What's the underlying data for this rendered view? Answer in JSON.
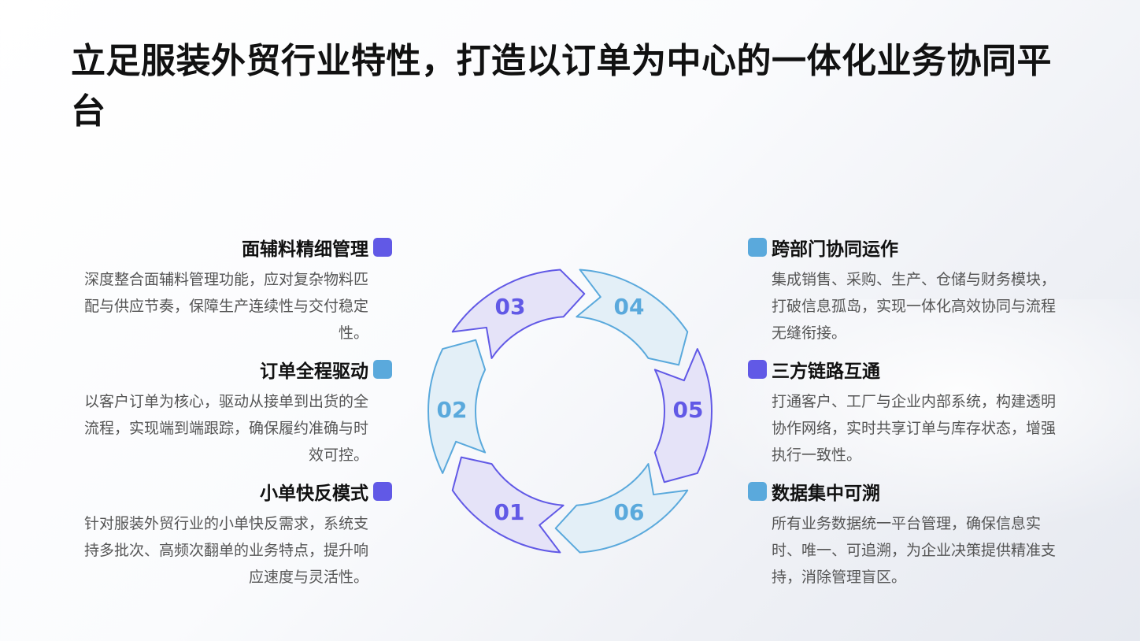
{
  "title": "立足服装外贸行业特性，打造以订单为中心的一体化业务协同平台",
  "colors": {
    "purple": "#6159e6",
    "blue": "#5aa9dc",
    "purple_fill": "#e5e3f8",
    "blue_fill": "#e3eff7"
  },
  "cycle": {
    "segments": [
      {
        "label": "01"
      },
      {
        "label": "02"
      },
      {
        "label": "03"
      },
      {
        "label": "04"
      },
      {
        "label": "05"
      },
      {
        "label": "06"
      }
    ]
  },
  "left_items": [
    {
      "title": "面辅料精细管理",
      "description": "深度整合面辅料管理功能，应对复杂物料匹配与供应节奏，保障生产连续性与交付稳定性。",
      "marker": "purple"
    },
    {
      "title": "订单全程驱动",
      "description": "以客户订单为核心，驱动从接单到出货的全流程，实现端到端跟踪，确保履约准确与时效可控。",
      "marker": "blue"
    },
    {
      "title": "小单快反模式",
      "description": "针对服装外贸行业的小单快反需求，系统支持多批次、高频次翻单的业务特点，提升响应速度与灵活性。",
      "marker": "purple"
    }
  ],
  "right_items": [
    {
      "title": "跨部门协同运作",
      "description": "集成销售、采购、生产、仓储与财务模块，打破信息孤岛，实现一体化高效协同与流程无缝衔接。",
      "marker": "blue"
    },
    {
      "title": "三方链路互通",
      "description": "打通客户、工厂与企业内部系统，构建透明协作网络，实时共享订单与库存状态，增强执行一致性。",
      "marker": "purple"
    },
    {
      "title": "数据集中可溯",
      "description": "所有业务数据统一平台管理，确保信息实时、唯一、可追溯，为企业决策提供精准支持，消除管理盲区。",
      "marker": "blue"
    }
  ]
}
